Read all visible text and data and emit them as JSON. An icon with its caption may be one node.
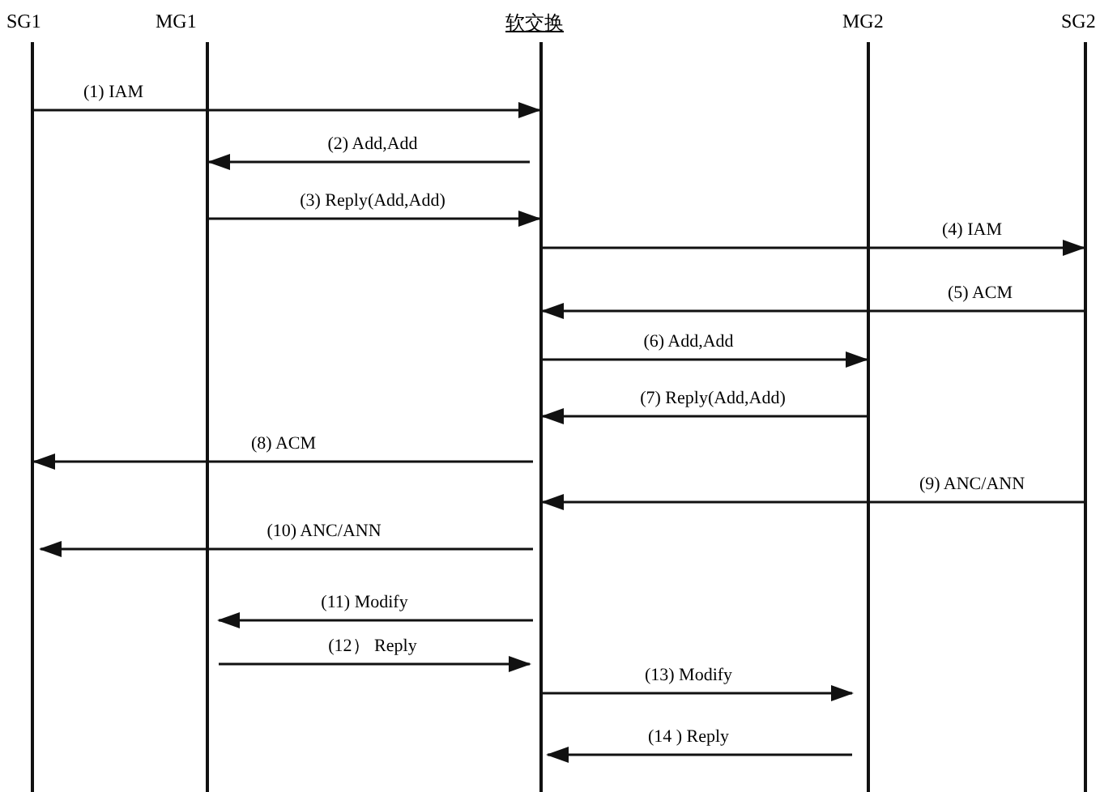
{
  "diagram": {
    "nodes": [
      {
        "text": [
          "SG1"
        ]
      },
      {
        "text": [
          "MG1"
        ]
      },
      {
        "text": [
          "软交换"
        ]
      },
      {
        "text": [
          "MG2"
        ]
      },
      {
        "text": [
          "SG2"
        ]
      }
    ],
    "edges": [
      {
        "from": 0,
        "to": 2,
        "arrow": "to",
        "label": "(1) IAM"
      },
      {
        "from": 2,
        "to": 1,
        "arrow": "to",
        "label": "(2) Add,Add"
      },
      {
        "from": 1,
        "to": 2,
        "arrow": "to",
        "label": "(3) Reply(Add,Add)"
      },
      {
        "from": 2,
        "to": 4,
        "arrow": "to",
        "label": "(4) IAM"
      },
      {
        "from": 4,
        "to": 2,
        "arrow": "to",
        "label": "(5) ACM"
      },
      {
        "from": 2,
        "to": 3,
        "arrow": "to",
        "label": "(6) Add,Add"
      },
      {
        "from": 3,
        "to": 2,
        "arrow": "to",
        "label": "(7) Reply(Add,Add)"
      },
      {
        "from": 2,
        "to": 0,
        "arrow": "to",
        "label": "(8) ACM"
      },
      {
        "from": 4,
        "to": 2,
        "arrow": "to",
        "label": "(9) ANC/ANN"
      },
      {
        "from": 2,
        "to": 0,
        "arrow": "to",
        "label": "(10) ANC/ANN"
      },
      {
        "from": 2,
        "to": 1,
        "arrow": "to",
        "label": "(11) Modify"
      },
      {
        "from": 1,
        "to": 2,
        "arrow": "to",
        "label": "(12） Reply"
      },
      {
        "from": 2,
        "to": 3,
        "arrow": "to",
        "label": "(13) Modify"
      },
      {
        "from": 3,
        "to": 2,
        "arrow": "to",
        "label": "(14 ) Reply"
      }
    ]
  }
}
